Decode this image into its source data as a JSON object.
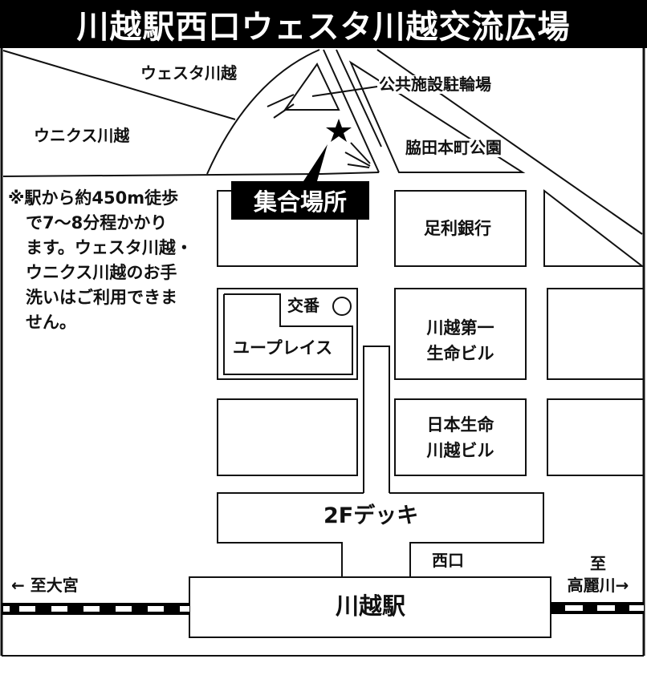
{
  "title": "川越駅西口ウェスタ川越交流広場",
  "map": {
    "meeting_point": {
      "label": "集合場所",
      "icon": "star-icon"
    },
    "labels": {
      "westa": "ウェスタ川越",
      "unicus": "ウニクス川越",
      "bicycle_parking": "公共施設駐輪場",
      "park": "脇田本町公園",
      "bank": "足利銀行",
      "koban": "交番",
      "uplace": "ユープレイス",
      "kawagoe_daiichi_line1": "川越第一",
      "kawagoe_daiichi_line2": "生命ビル",
      "nissay_line1": "日本生命",
      "nissay_line2": "川越ビル",
      "deck": "2Fデッキ",
      "west_exit": "西口",
      "station": "川越駅",
      "to_omiya": "← 至大宮",
      "to_komagawa_line1": "至",
      "to_komagawa_line2": "高麗川→"
    },
    "note": {
      "lines": [
        "※駅から約450m徒歩",
        "で7〜8分程かかり",
        "ます。ウェスタ川越・",
        "ウニクス川越のお手",
        "洗いはご利用できま",
        "せん。"
      ]
    }
  }
}
